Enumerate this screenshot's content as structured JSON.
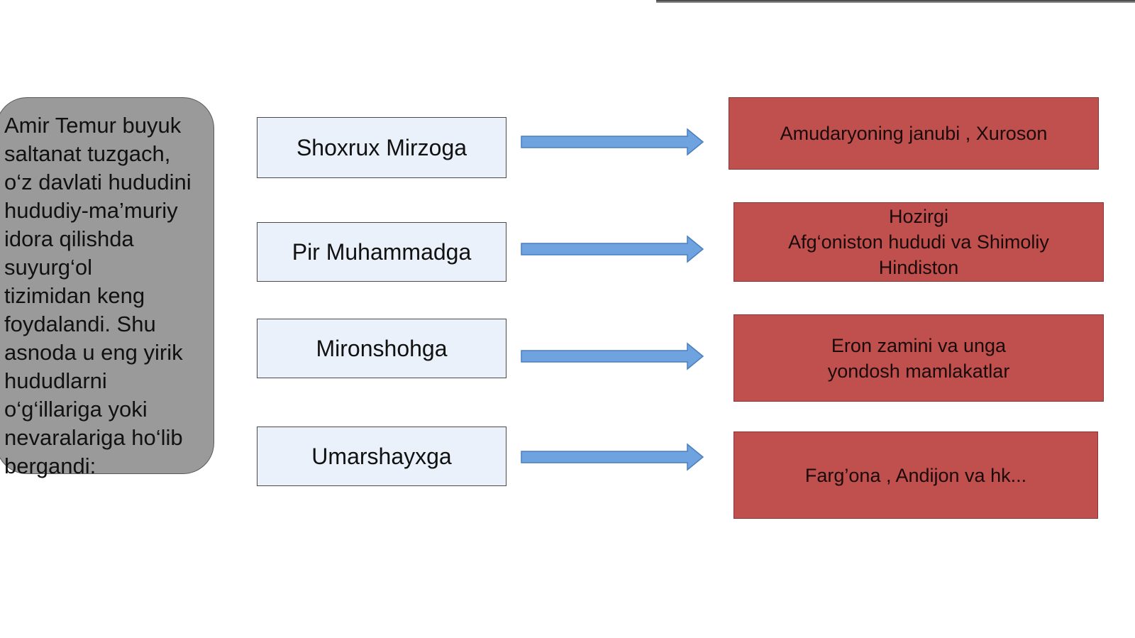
{
  "intro": {
    "text": "Amir Temur buyuk\nsaltanat tuzgach,\no‘z davlati hududini\nhududiy-ma’muriy\nidora qilishda\nsuyurg‘ol\ntizimidan keng\nfoydalandi. Shu\nasnoda u eng yirik\nhududlarni\no‘g‘illariga yoki\nnevaralariga ho‘lib\nbergandi:"
  },
  "assignments": [
    {
      "name": "Shoxrux Mirzoga",
      "region": "Amudaryoning janubi , Xuroson"
    },
    {
      "name": "Pir Muhammadga",
      "region": "Hozirgi\nAfg‘oniston hududi va Shimoliy\nHindiston"
    },
    {
      "name": "Mironshohga",
      "region": "Eron zamini va unga\nyondosh mamlakatlar"
    },
    {
      "name": "Umarshayxga",
      "region": "Farg’ona , Andijon va hk..."
    }
  ],
  "colors": {
    "name_box_fill": "#eaf1fb",
    "region_box_fill": "#c0504d",
    "arrow_fill": "#6fa3df",
    "intro_box_fill": "#9a9a9a"
  }
}
